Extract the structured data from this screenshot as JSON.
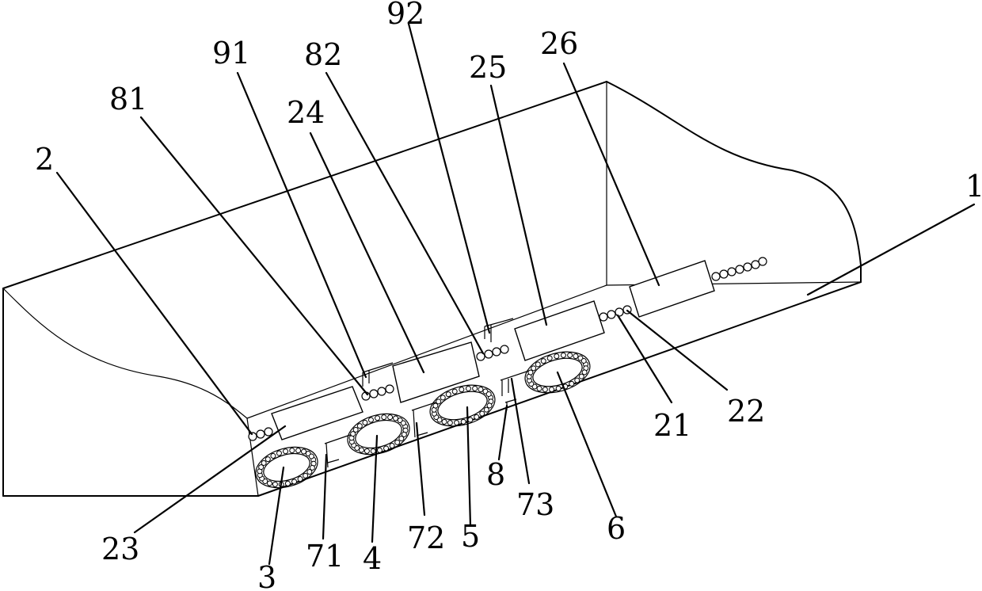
{
  "labels": {
    "l1": "1",
    "l2": "2",
    "l21": "21",
    "l22": "22",
    "l23": "23",
    "l24": "24",
    "l25": "25",
    "l26": "26",
    "l3": "3",
    "l4": "4",
    "l5": "5",
    "l6": "6",
    "l71": "71",
    "l72": "72",
    "l73": "73",
    "l8": "8",
    "l81": "81",
    "l82": "82",
    "l91": "91",
    "l92": "92"
  }
}
